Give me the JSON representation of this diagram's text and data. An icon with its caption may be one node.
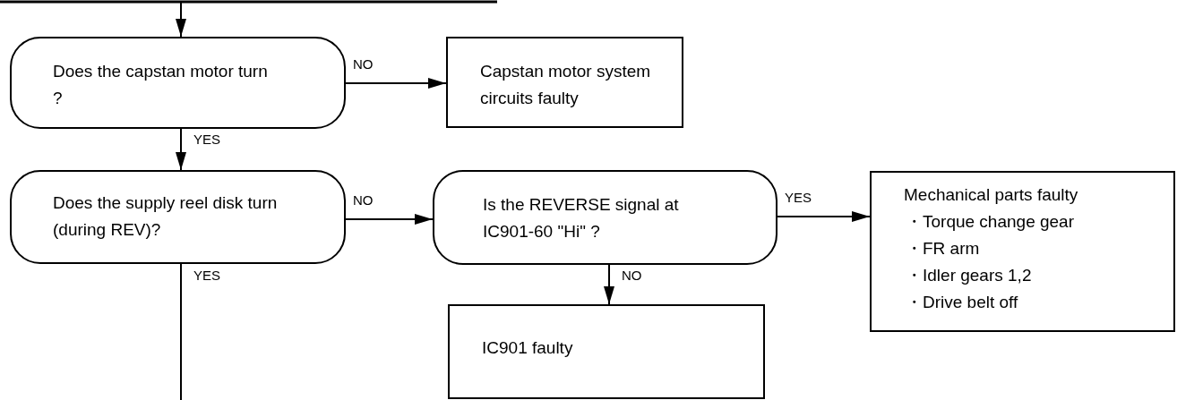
{
  "diagram": {
    "nodes": [
      {
        "text": [
          "Does the capstan motor turn ?"
        ]
      },
      {
        "text": [
          "Capstan motor system circuits faulty"
        ]
      },
      {
        "text": [
          "Does the supply reel disk turn (during REV)?"
        ]
      },
      {
        "text": [
          "Is the REVERSE signal at IC901-60 \"Hi\" ?"
        ]
      },
      {
        "text": [
          "IC901 faulty"
        ]
      },
      {
        "text": [
          "Mechanical parts faulty",
          "・Torque change gear",
          "・FR arm",
          "・Idler gears 1,2",
          "・Drive belt off"
        ]
      }
    ],
    "edges": [
      {
        "from": null,
        "to": 0,
        "arrow": "to"
      },
      {
        "from": 0,
        "to": 1,
        "arrow": "to",
        "label": "NO"
      },
      {
        "from": 0,
        "to": 2,
        "arrow": "to",
        "label": "YES"
      },
      {
        "from": 2,
        "to": 3,
        "arrow": "to",
        "label": "NO"
      },
      {
        "from": 3,
        "to": 5,
        "arrow": "to",
        "label": "YES"
      },
      {
        "from": 3,
        "to": 4,
        "arrow": "to",
        "label": "NO"
      },
      {
        "from": 2,
        "to": null,
        "arrow": "none",
        "label": "YES"
      }
    ]
  }
}
